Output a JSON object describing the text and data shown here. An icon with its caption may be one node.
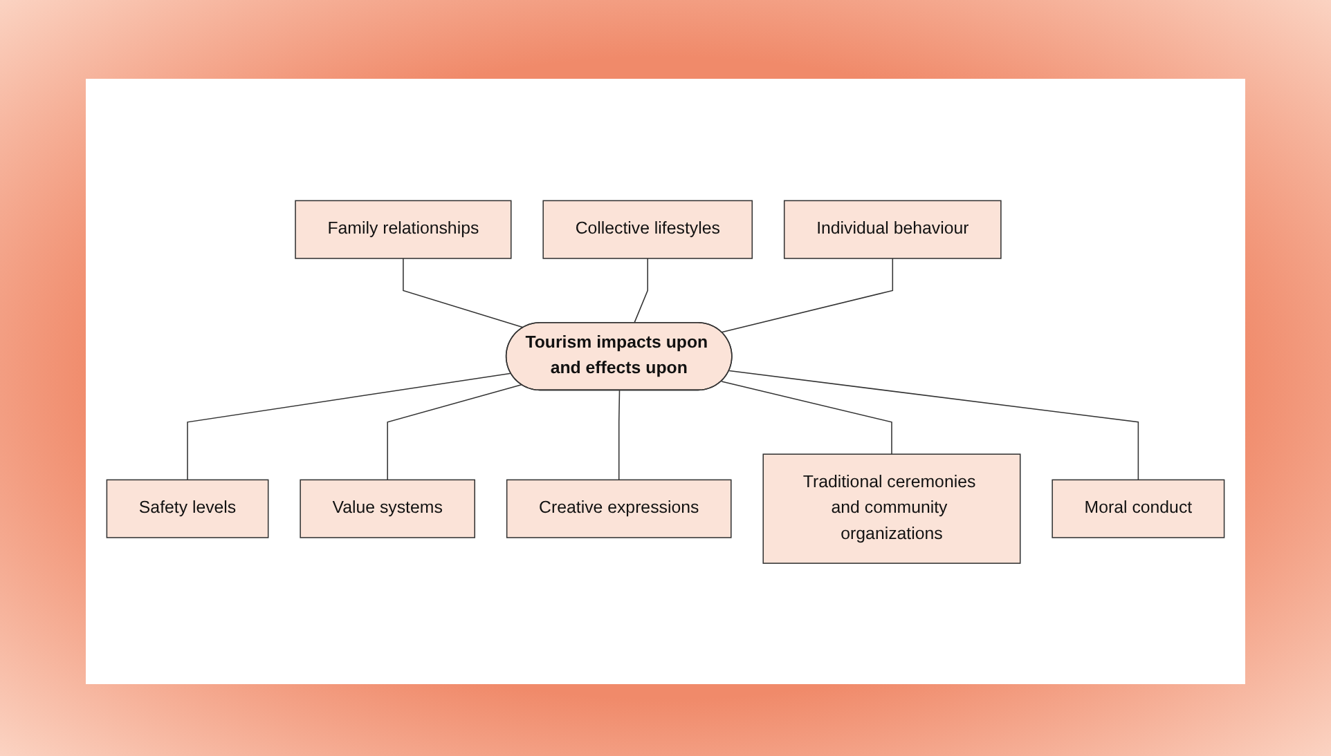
{
  "diagram": {
    "nodes": [
      {
        "text": [
          "Family relationships"
        ]
      },
      {
        "text": [
          "Collective lifestyles"
        ]
      },
      {
        "text": [
          "Individual behaviour"
        ]
      },
      {
        "text": [
          "Tourism impacts upon and effects upon"
        ]
      },
      {
        "text": [
          "Safety levels"
        ]
      },
      {
        "text": [
          "Value systems"
        ]
      },
      {
        "text": [
          "Creative expressions"
        ]
      },
      {
        "text": [
          "Traditional ceremonies and community organizations"
        ]
      },
      {
        "text": [
          "Moral conduct"
        ]
      }
    ],
    "edges": [
      {
        "from": 0,
        "to": 3,
        "arrow": "none"
      },
      {
        "from": 1,
        "to": 3,
        "arrow": "none"
      },
      {
        "from": 2,
        "to": 3,
        "arrow": "none"
      },
      {
        "from": 3,
        "to": 4,
        "arrow": "none"
      },
      {
        "from": 3,
        "to": 5,
        "arrow": "none"
      },
      {
        "from": 3,
        "to": 6,
        "arrow": "none"
      },
      {
        "from": 3,
        "to": 7,
        "arrow": "none"
      },
      {
        "from": 3,
        "to": 8,
        "arrow": "none"
      }
    ]
  }
}
